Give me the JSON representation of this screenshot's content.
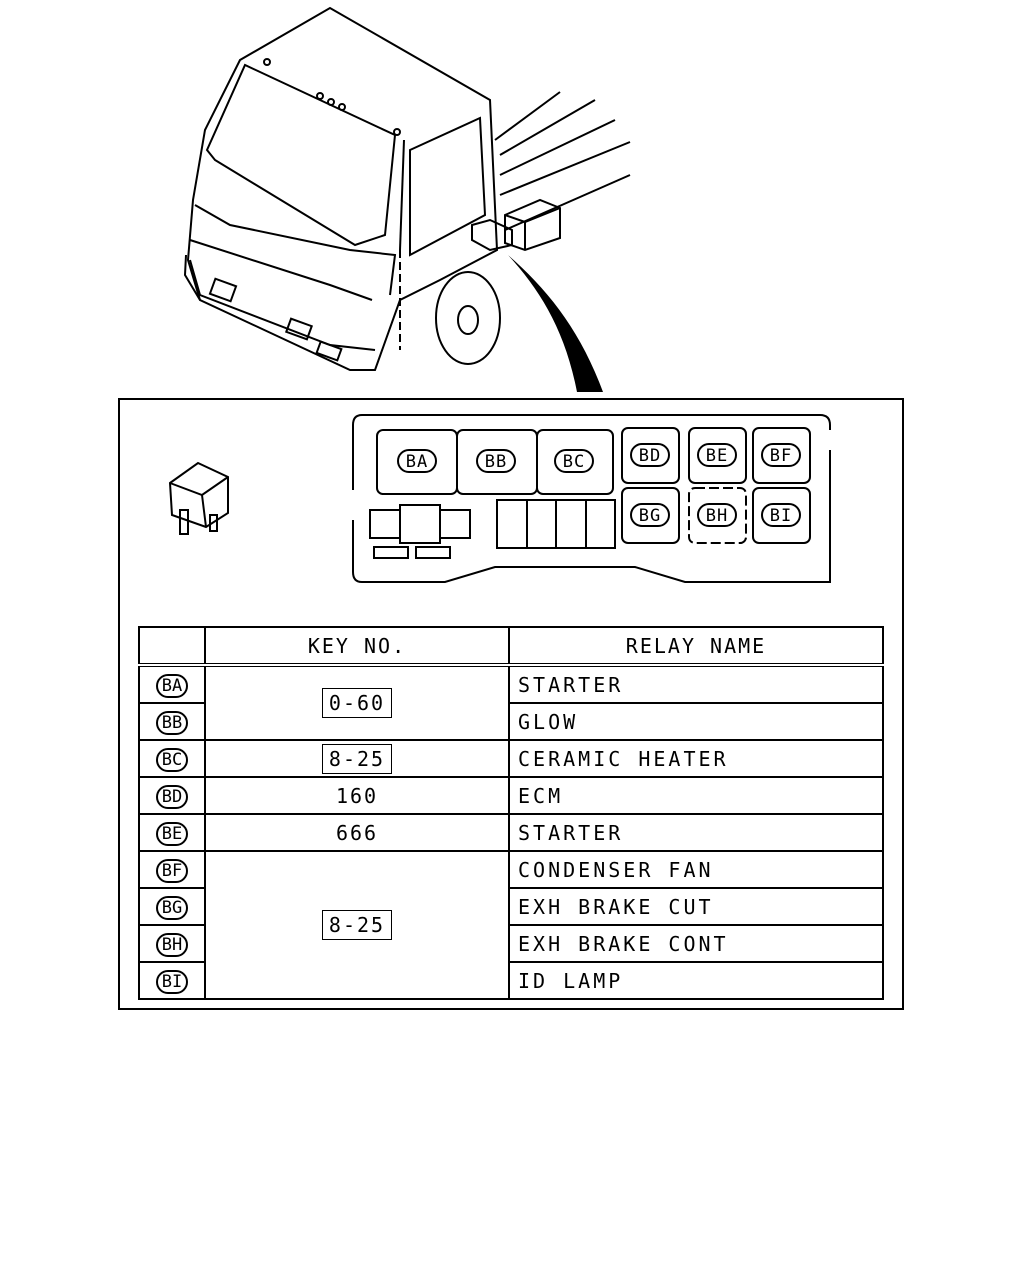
{
  "fuse_box": {
    "relay_codes": [
      "BA",
      "BB",
      "BC",
      "BD",
      "BE",
      "BF",
      "BG",
      "BH",
      "BI"
    ]
  },
  "table": {
    "headers": [
      "",
      "KEY NO.",
      "RELAY NAME"
    ],
    "rows": [
      {
        "code": "BA",
        "key": "0-60",
        "key_boxed": true,
        "key_rowspan": 2,
        "name": "STARTER"
      },
      {
        "code": "BB",
        "name": "GLOW"
      },
      {
        "code": "BC",
        "key": "8-25",
        "key_boxed": true,
        "key_rowspan": 1,
        "name": "CERAMIC HEATER"
      },
      {
        "code": "BD",
        "key": "160",
        "key_boxed": false,
        "key_rowspan": 1,
        "name": "ECM"
      },
      {
        "code": "BE",
        "key": "666",
        "key_boxed": false,
        "key_rowspan": 1,
        "name": "STARTER"
      },
      {
        "code": "BF",
        "key": "8-25",
        "key_boxed": true,
        "key_rowspan": 4,
        "name": "CONDENSER FAN"
      },
      {
        "code": "BG",
        "name": "EXH BRAKE CUT"
      },
      {
        "code": "BH",
        "name": "EXH BRAKE CONT"
      },
      {
        "code": "BI",
        "name": "ID LAMP"
      }
    ]
  }
}
